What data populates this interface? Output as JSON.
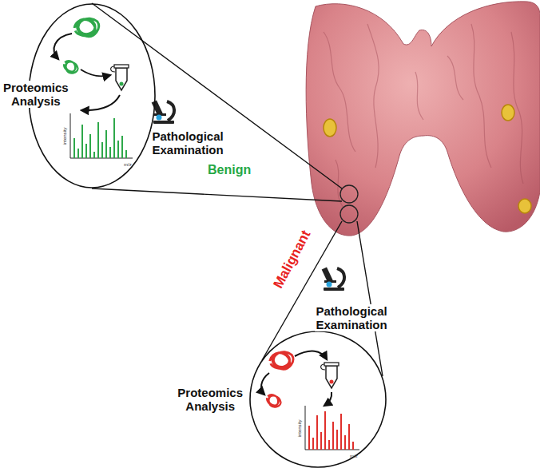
{
  "diagram": {
    "nodes": [
      {
        "text": [
          "Proteomics Analysis"
        ]
      },
      {
        "text": [
          "Proteomics Analysis"
        ]
      }
    ],
    "labels": [
      "Pathological Examination",
      "Benign",
      "intensity",
      "m/z",
      "Malignant",
      "Pathological Examination",
      "intensity",
      "m/z"
    ]
  }
}
